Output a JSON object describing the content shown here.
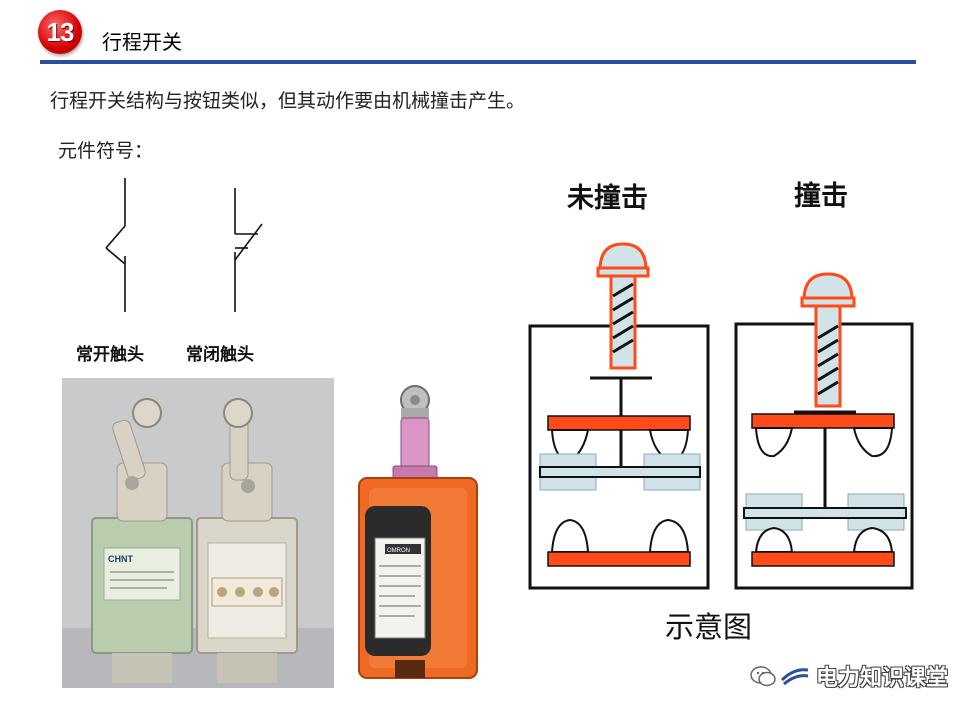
{
  "header": {
    "number": "13",
    "title": "行程开关"
  },
  "intro_text": "行程开关结构与按钮类似，但其动作要由机械撞击产生。",
  "symbols": {
    "label": "元件符号：",
    "no_caption": "常开触头",
    "nc_caption": "常闭触头"
  },
  "diagram": {
    "left_label": "未撞击",
    "right_label": "撞击",
    "caption": "示意图"
  },
  "photo_labels": {
    "brand": "CHNT",
    "brand_small": "OMRON"
  },
  "watermark": "电力知识课堂",
  "colors": {
    "accent": "#2d4e9c",
    "contact_red": "#ff4a1a",
    "part_blue": "#cfe3e8",
    "badge_red": "#d40000"
  }
}
